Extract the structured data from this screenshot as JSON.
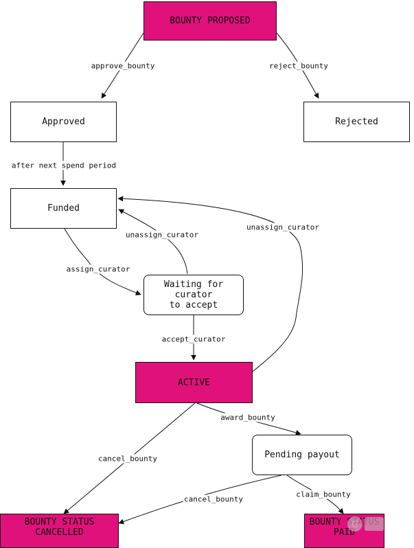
{
  "nodes": {
    "proposed": "BOUNTY PROPOSED",
    "approved": "Approved",
    "rejected": "Rejected",
    "funded": "Funded",
    "waiting": "Waiting for curator\nto accept",
    "active": "ACTIVE",
    "pending": "Pending payout",
    "cancelled": "BOUNTY STATUS\nCANCELLED",
    "paid": "BOUNTY STATUS\nPAID"
  },
  "edges": {
    "approve": "approve_bounty",
    "reject": "reject_bounty",
    "spend": "after next spend period",
    "assign": "assign_curator",
    "unassign_waiting": "unassign_curator",
    "unassign_active": "unassign_curator",
    "accept": "accept_curator",
    "award": "award_bounty",
    "cancel_active": "cancel_bounty",
    "cancel_pending": "cancel_bounty",
    "claim": "claim_bounty"
  },
  "colors": {
    "state_highlight": "#e0117a",
    "line": "#111111"
  }
}
